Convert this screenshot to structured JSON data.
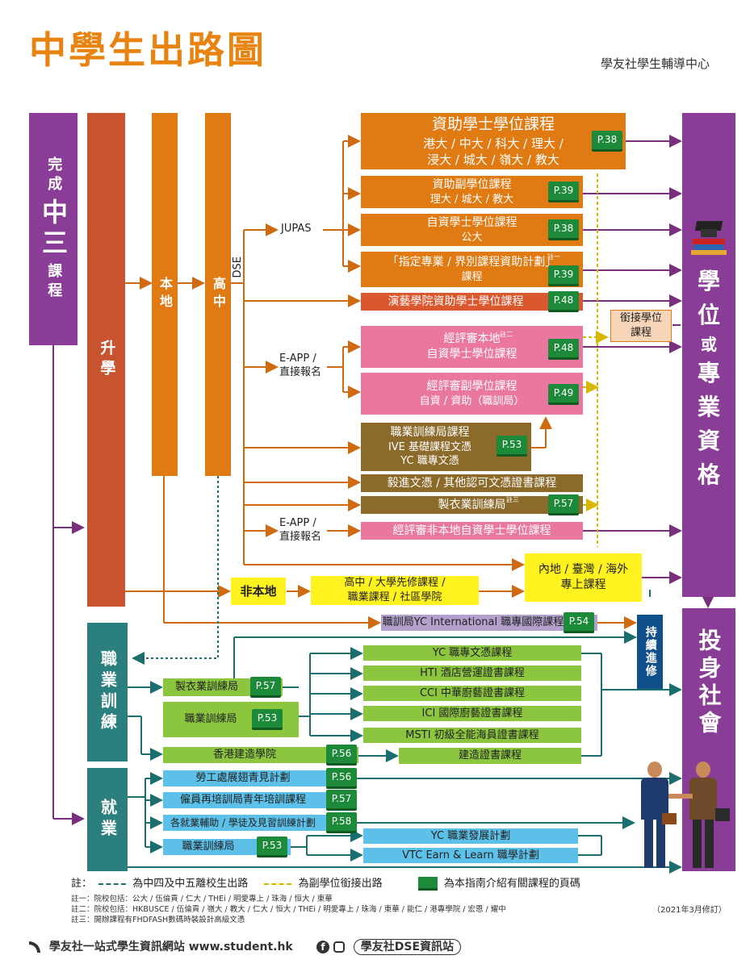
{
  "title": "中學生出路圖",
  "org": "學友社學生輔導中心",
  "left_bar": {
    "line1": "完成",
    "line2": "中三",
    "line3": "課程"
  },
  "upgrade": "升學",
  "local": "本地",
  "senior": "高中",
  "dse": "DSE",
  "vocational": "職業訓練",
  "employment": "就業",
  "degree_bar": {
    "c1": "學",
    "c2": "位",
    "c3": "或",
    "c4": "專",
    "c5": "業",
    "c6": "資",
    "c7": "格"
  },
  "society_bar": "投身社會",
  "continuing": "持續進修",
  "jupas": "JUPAS",
  "eapp1": "E-APP /\n直接報名",
  "eapp2": "E-APP /\n直接報名",
  "nonlocal": "非本地",
  "boxes": {
    "funded_degree": {
      "t1": "資助學士學位課程",
      "t2": "港大 / 中大 / 科大 / 理大 /",
      "t3": "浸大 / 城大 / 嶺大 / 教大",
      "p": "P.38"
    },
    "funded_assoc": {
      "t1": "資助副學位課程",
      "t2": "理大 / 城大 / 教大",
      "p": "P.39"
    },
    "self_degree": {
      "t1": "自資學士學位課程",
      "t2": "公大",
      "p": "P.38"
    },
    "designated": {
      "t1": "「指定專業 / 界別課程資助計劃」",
      "t2": "課程",
      "note": "註一",
      "p": "P.39"
    },
    "hkapa": {
      "t1": "演藝學院資助學士學位課程",
      "p": "P.48"
    },
    "accredited_local": {
      "t1": "經評審本地",
      "t2": "自資學士學位課程",
      "note": "註二",
      "p": "P.48"
    },
    "accredited_assoc": {
      "t1": "經評審副學位課程",
      "t2": "自資 / 資助（職訓局）",
      "p": "P.49"
    },
    "vtc": {
      "t1": "職業訓練局課程",
      "t2": "IVE 基礎課程文憑",
      "t3": "YC 職專文憑",
      "p": "P.53"
    },
    "yijin": {
      "t1": "毅進文憑 / 其他認可文憑證書課程"
    },
    "clothing": {
      "t1": "製衣業訓練局",
      "note": "註三",
      "p": "P.57"
    },
    "nonlocal_degree": {
      "t1": "經評審非本地自資學士學位課程"
    },
    "articulation": {
      "t1": "銜接學位",
      "t2": "課程"
    },
    "overseas": {
      "t1": "內地 / 臺灣 / 海外",
      "t2": "專上課程"
    },
    "secondary_abroad": {
      "t1": "高中 / 大學先修課程 /",
      "t2": "職業課程 / 社區學院"
    },
    "yci": {
      "t1": "職訓局YC International 職專國際課程",
      "p": "P.54"
    },
    "yc_diploma": {
      "t1": "YC 職專文憑課程"
    },
    "hti": {
      "t1": "HTI 酒店營運證書課程"
    },
    "cci": {
      "t1": "CCI 中華廚藝證書課程"
    },
    "ici": {
      "t1": "ICI 國際廚藝證書課程"
    },
    "msti": {
      "t1": "MSTI 初級全能海員證書課程"
    },
    "clothing2": {
      "t1": "製衣業訓練局",
      "p": "P.57"
    },
    "vtc2": {
      "t1": "職業訓練局",
      "p": "P.53"
    },
    "cic": {
      "t1": "香港建造學院",
      "p": "P.56"
    },
    "construction_cert": {
      "t1": "建造證書課程"
    },
    "labour": {
      "t1": "勞工處展翅青見計劃",
      "p": "P.56"
    },
    "erb": {
      "t1": "僱員再培訓局青年培訓課程",
      "p": "P.57"
    },
    "employment_aid": {
      "t1": "各就業輔助 / 學徒及見習訓練計劃",
      "p": "P.58"
    },
    "vtc3": {
      "t1": "職業訓練局",
      "p": "P.53"
    },
    "yc_career": {
      "t1": "YC 職業發展計劃"
    },
    "earn_learn": {
      "t1": "VTC Earn & Learn 職學計劃"
    }
  },
  "legend": {
    "label": "註：",
    "blue_path": "為中四及中五離校生出路",
    "yellow_path": "為副學位銜接出路",
    "book": "為本指南介紹有關課程的頁碼"
  },
  "notes": {
    "n1": "註一：院校包括：公大 / 伍倫貢 / 仁大 / THEi / 明愛專上 / 珠海 / 恒大 / 東華",
    "n2": "註二：院校包括：HKBUSCE / 伍倫貢 / 嶺大 / 教大 / 仁大 / 恒大 / THEi / 明愛專上 / 珠海 / 東華 / 能仁 / 港專學院 / 宏恩 / 耀中",
    "n3": "註三：開辦課程有FHDFASH數碼時裝設計高級文憑"
  },
  "revised": "（2021年3月修訂）",
  "footer": {
    "site": "學友社一站式學生資訊網站 www.student.hk",
    "dse": "學友社DSE資訊站"
  },
  "colors": {
    "orange": "#e07a12",
    "purple": "#8a3d97",
    "teal": "#2c7f7f",
    "pink": "#e9779f",
    "green": "#8cc63f",
    "blue": "#5cc0e8",
    "yellow": "#fff21f"
  }
}
